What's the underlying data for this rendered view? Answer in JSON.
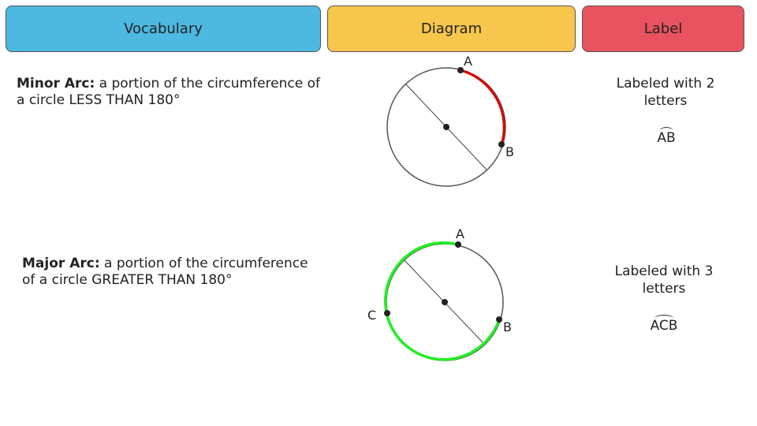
{
  "headers": {
    "vocabulary": "Vocabulary",
    "diagram": "Diagram",
    "label": "Label"
  },
  "colors": {
    "vocabulary": "#4db8e0",
    "diagram": "#f7c64d",
    "label": "#e8535f",
    "minor_arc": "#e00000",
    "major_arc": "#22ee22"
  },
  "minor": {
    "term": "Minor Arc:",
    "definition": " a portion of the circumference of a circle LESS THAN 180°",
    "label_text": "Labeled with 2 letters",
    "notation": "AB",
    "points": {
      "a": "A",
      "b": "B"
    }
  },
  "major": {
    "term": "Major Arc:",
    "definition": " a portion of the circumference of a circle GREATER THAN 180°",
    "label_text": "Labeled with 3 letters",
    "notation": "ACB",
    "points": {
      "a": "A",
      "b": "B",
      "c": "C"
    }
  }
}
